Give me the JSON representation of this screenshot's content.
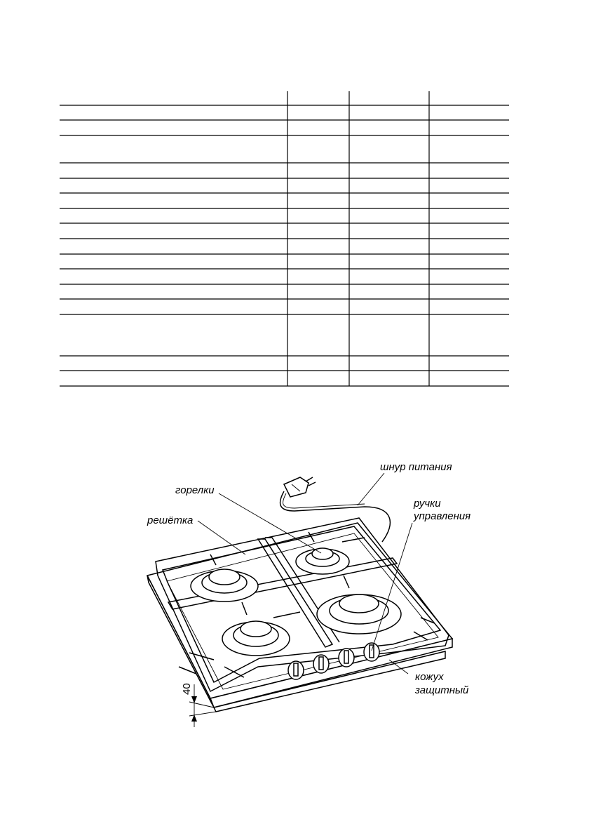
{
  "callouts": {
    "power_cord": "шнур питания",
    "burners": "горелки",
    "control_knobs_line1": "ручки",
    "control_knobs_line2": "управления",
    "grate": "решётка",
    "shield_line1": "кожух",
    "shield_line2": "защитный"
  },
  "dimension": {
    "height_label": "40"
  }
}
